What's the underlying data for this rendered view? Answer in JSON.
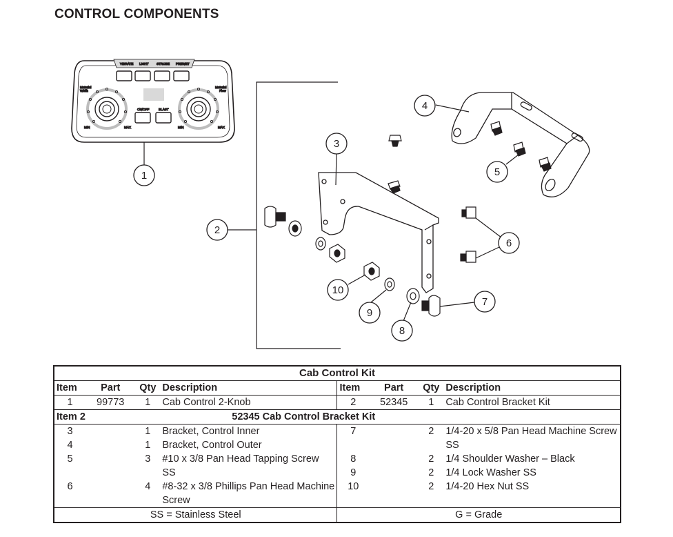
{
  "page": {
    "title": "CONTROL COMPONENTS"
  },
  "diagram": {
    "callouts": [
      "1",
      "2",
      "3",
      "4",
      "5",
      "6",
      "7",
      "8",
      "9",
      "10"
    ],
    "panel": {
      "top_buttons": [
        "VIBRATE",
        "LIGHT",
        "STROBE",
        "PREWET"
      ],
      "center_buttons": [
        "ON/OFF",
        "BLAST"
      ],
      "left_knob_label": [
        "Material",
        "Width"
      ],
      "right_knob_label": [
        "Material",
        "Flow"
      ],
      "min_label": "MIN",
      "max_label": "MAX"
    }
  },
  "kit_table": {
    "title": "Cab Control Kit",
    "headers": {
      "item": "Item",
      "part": "Part",
      "qty": "Qty",
      "description": "Description"
    },
    "rows": [
      {
        "left": {
          "item": "1",
          "part": "99773",
          "qty": "1",
          "description": "Cab Control 2-Knob"
        },
        "right": {
          "item": "2",
          "part": "52345",
          "qty": "1",
          "description": "Cab Control Bracket Kit"
        }
      }
    ]
  },
  "bracket_kit": {
    "item_label": "Item 2",
    "title": "52345  Cab Control Bracket Kit",
    "left_rows": [
      {
        "item": "3",
        "qty": "1",
        "description": "Bracket, Control Inner"
      },
      {
        "item": "4",
        "qty": "1",
        "description": "Bracket, Control Outer"
      },
      {
        "item": "5",
        "qty": "3",
        "description": "#10 x 3/8 Pan Head Tapping Screw SS"
      },
      {
        "item": "6",
        "qty": "4",
        "description": "#8-32 x 3/8 Phillips Pan Head Machine Screw"
      }
    ],
    "right_rows": [
      {
        "item": "7",
        "qty": "2",
        "description": "1/4-20 x 5/8 Pan Head Machine Screw SS"
      },
      {
        "item": "8",
        "qty": "2",
        "description": "1/4 Shoulder Washer – Black"
      },
      {
        "item": "9",
        "qty": "2",
        "description": "1/4 Lock Washer SS"
      },
      {
        "item": "10",
        "qty": "2",
        "description": "1/4-20 Hex Nut SS"
      }
    ]
  },
  "footnotes": {
    "left": "SS = Stainless Steel",
    "right": "G = Grade"
  }
}
